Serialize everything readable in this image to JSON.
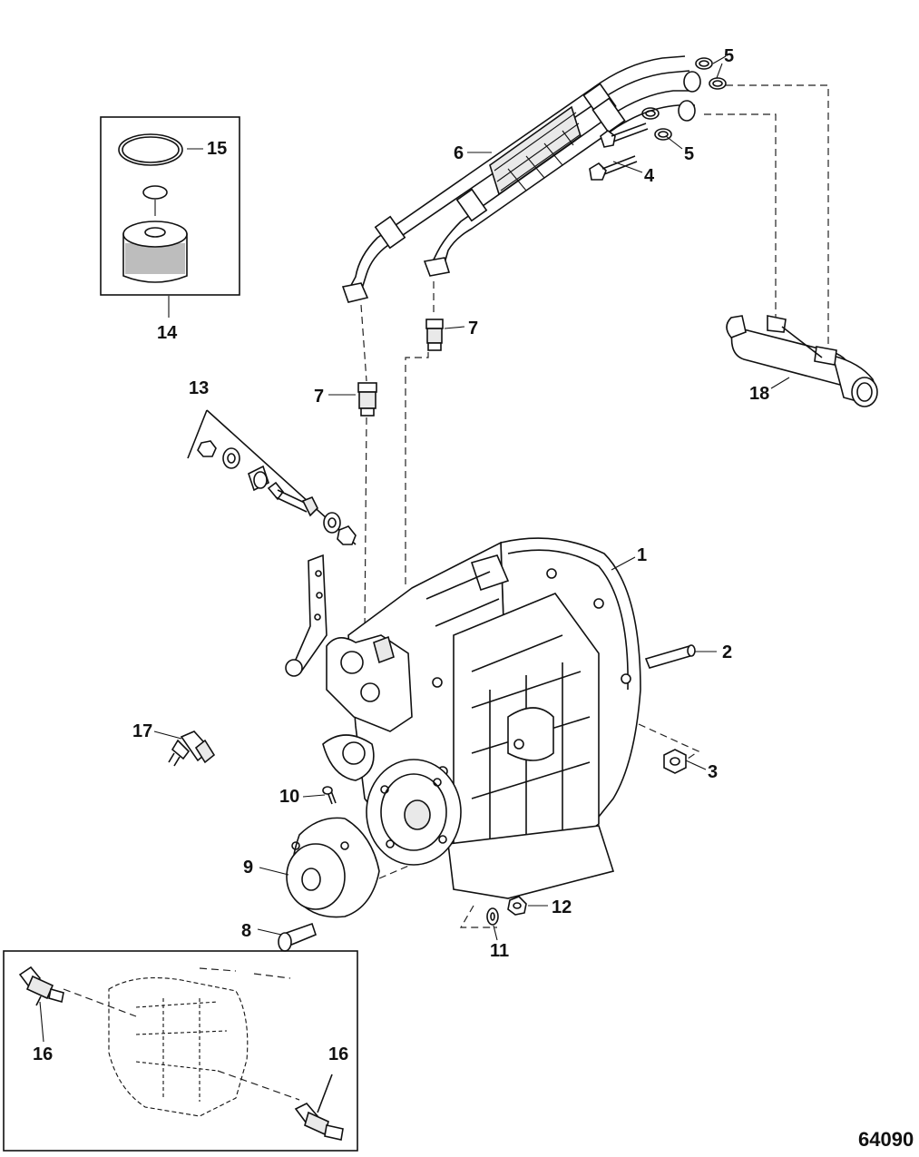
{
  "figure": {
    "id_label": "64090",
    "callouts": [
      "1",
      "2",
      "3",
      "4",
      "5",
      "5",
      "6",
      "7",
      "7",
      "8",
      "9",
      "10",
      "11",
      "12",
      "13",
      "14",
      "15",
      "16",
      "16",
      "17",
      "18"
    ]
  }
}
